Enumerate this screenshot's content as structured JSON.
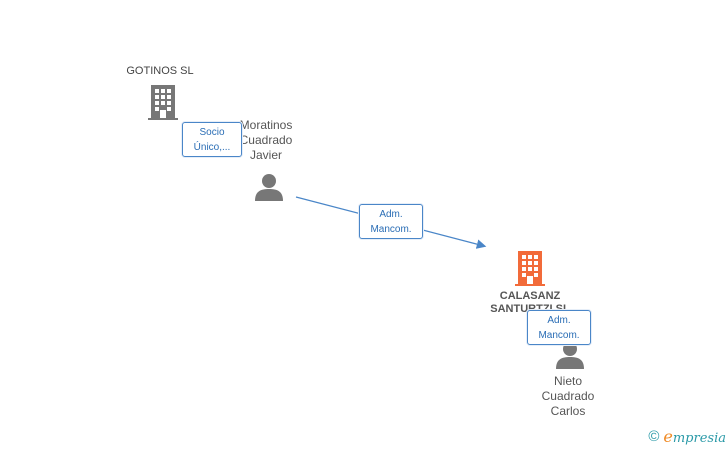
{
  "nodes": {
    "gotinos": {
      "name": "GOTINOS SL",
      "icon": "building-icon",
      "color": "#777777"
    },
    "moratinos": {
      "name_lines": [
        "Moratinos",
        "Cuadrado",
        "Javier"
      ],
      "icon": "person-icon",
      "color": "#777777"
    },
    "calasanz": {
      "name_lines": [
        "CALASANZ",
        "SANTURTZI SL"
      ],
      "icon": "building-icon",
      "color": "#f26b3a"
    },
    "nieto": {
      "name_lines": [
        "Nieto",
        "Cuadrado",
        "Carlos"
      ],
      "icon": "person-icon",
      "color": "#777777"
    }
  },
  "roles": {
    "socio": [
      "Socio",
      "Único,..."
    ],
    "adm1": [
      "Adm.",
      "Mancom."
    ],
    "adm2": [
      "Adm.",
      "Mancom."
    ]
  },
  "colors": {
    "edge": "#4a86c8",
    "role_border": "#4a86c8",
    "role_text": "#2a6db5"
  },
  "watermark": {
    "symbol": "©",
    "brand_initial": "e",
    "brand_rest": "mpresia"
  }
}
